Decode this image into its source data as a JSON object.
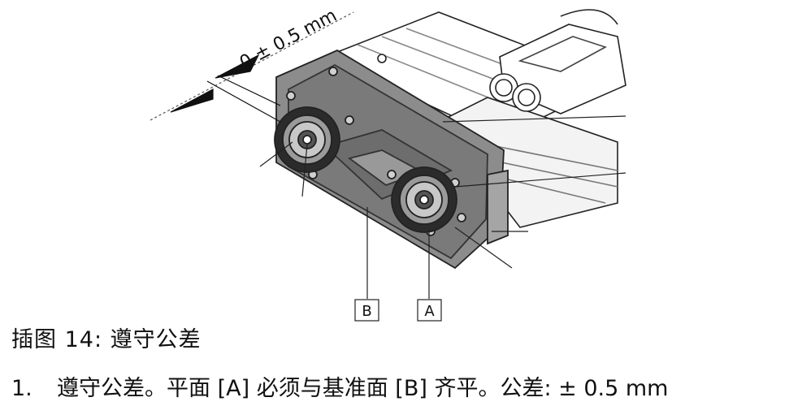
{
  "figure": {
    "dimension_label": "0 ± 0.5 mm",
    "callout_a": "A",
    "callout_b": "B"
  },
  "caption": "插图 14: 遵守公差",
  "step": {
    "number": "1.",
    "text": "遵守公差。平面 [A] 必须与基准面 [B] 齐平。公差: ± 0.5 mm"
  }
}
